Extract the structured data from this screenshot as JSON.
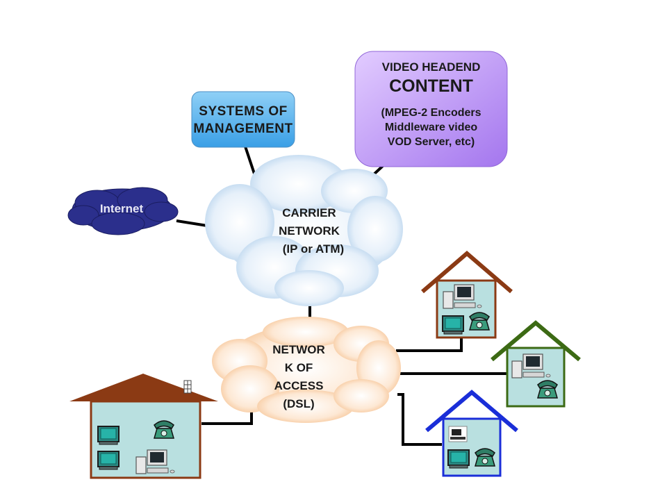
{
  "systems": {
    "line1": "SYSTEMS OF",
    "line2": "MANAGEMENT"
  },
  "video": {
    "line1": "VIDEO HEADEND",
    "line2": "CONTENT",
    "line3": "(MPEG-2 Encoders",
    "line4": "Middleware video",
    "line5": "VOD Server, etc)"
  },
  "internet": {
    "label": "Internet"
  },
  "carrier": {
    "line1": "CARRIER",
    "line2": "NETWORK",
    "line3": "(IP or ATM)"
  },
  "access": {
    "line1": "NETWOR",
    "line2": "K OF",
    "line3": "ACCESS",
    "line4": "(DSL)"
  },
  "colors": {
    "systems_box": "#5ab4ec",
    "video_box": "#b48af0",
    "internet_cloud": "#2b2f8c",
    "carrier_cloud": "#d8e8f6",
    "access_cloud": "#fbd8b8",
    "house_brown": "#8b3a14",
    "house_green": "#3c6a14",
    "house_blue": "#1a2ed8",
    "house_fill": "#b9e0e0"
  }
}
